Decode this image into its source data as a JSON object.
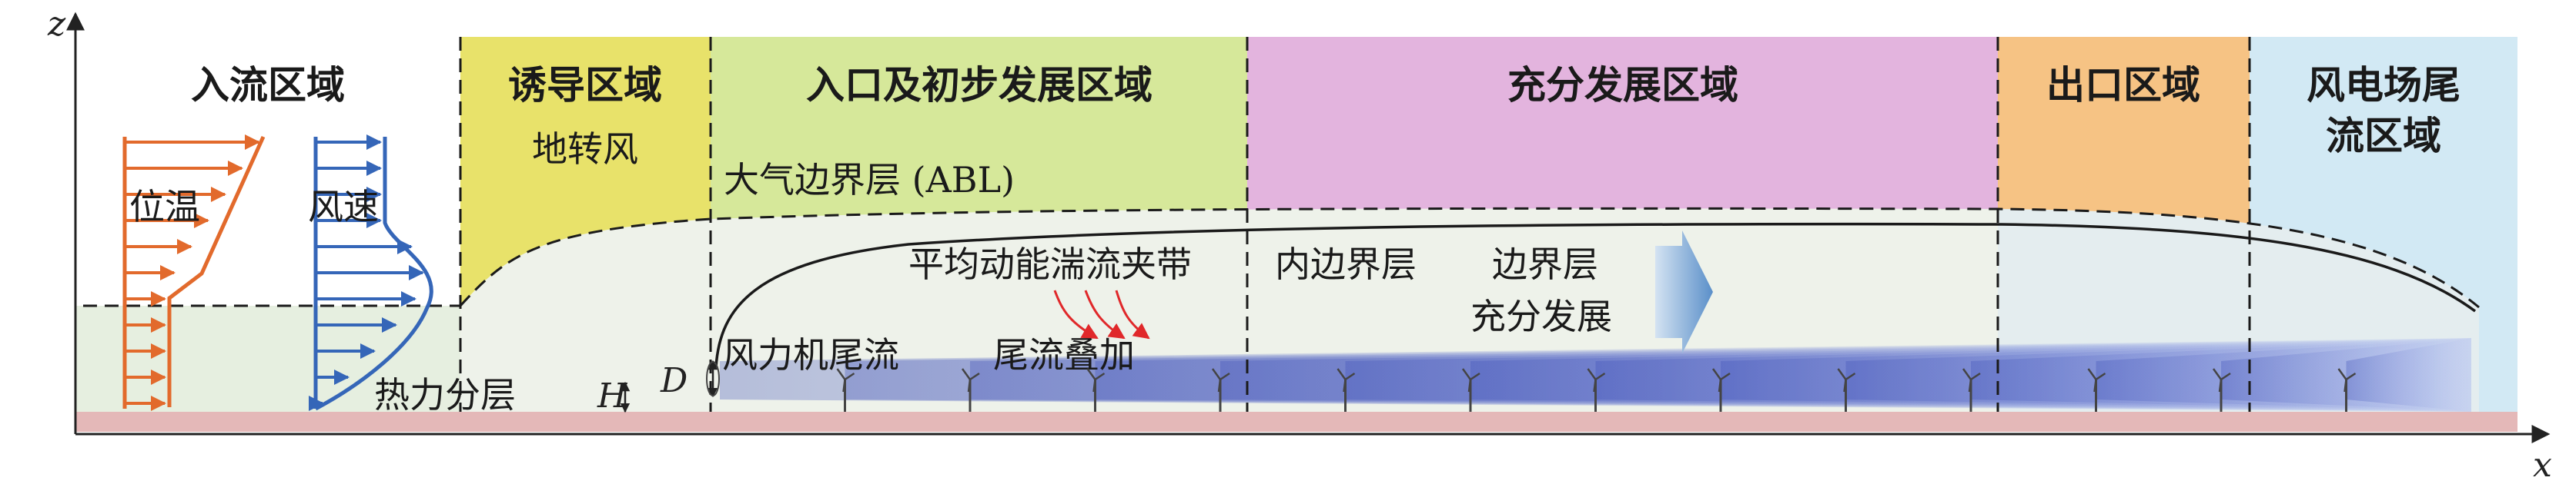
{
  "axes": {
    "z_label": "z",
    "x_label": "x"
  },
  "regions": {
    "inflow": {
      "title": "入流区域",
      "color": "#e6efe0"
    },
    "induction": {
      "title": "诱导区域",
      "subtitle": "地转风",
      "color": "#e8e26a"
    },
    "entrance": {
      "title": "入口及初步发展区域",
      "color": "#d6e89a"
    },
    "developed": {
      "title": "充分发展区域",
      "color": "#e3b4de"
    },
    "exit": {
      "title": "出口区域",
      "color": "#f6c384"
    },
    "wake": {
      "title_line1": "风电场尾",
      "title_line2": "流区域",
      "color": "#d2e9f4"
    }
  },
  "profiles": {
    "potential_temperature": {
      "label": "位温",
      "color": "#e26a2c"
    },
    "wind_speed": {
      "label": "风速",
      "color": "#3566b8"
    }
  },
  "labels": {
    "thermal_stratification": "热力分层",
    "abl": "大气边界层 (ABL)",
    "entrainment": "平均动能湍流夹带",
    "turbine_wake": "风力机尾流",
    "wake_superposition": "尾流叠加",
    "internal_boundary_layer": "内边界层",
    "boundary_layer_line1": "边界层",
    "boundary_layer_line2": "充分发展",
    "hub_height": "H",
    "rotor_diameter": "D"
  },
  "colors": {
    "ground": "#e4b8b8",
    "lower_layer": "#e6efe0",
    "entrainment_text": "#e0282a",
    "wake_blue": "#3d4fb8",
    "turbine": "#444444"
  },
  "turbine_count": 14
}
